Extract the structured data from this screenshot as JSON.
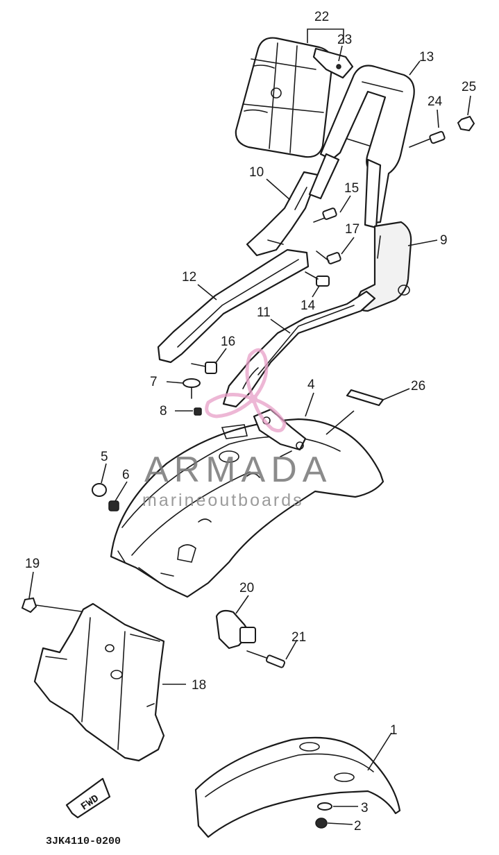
{
  "callouts": {
    "c1": "1",
    "c2": "2",
    "c3": "3",
    "c4": "4",
    "c5": "5",
    "c6": "6",
    "c7": "7",
    "c8": "8",
    "c9": "9",
    "c10": "10",
    "c11": "11",
    "c12": "12",
    "c13": "13",
    "c14": "14",
    "c15": "15",
    "c16": "16",
    "c17": "17",
    "c18": "18",
    "c19": "19",
    "c20": "20",
    "c21": "21",
    "c22": "22",
    "c23": "23",
    "c24": "24",
    "c25": "25",
    "c26": "26"
  },
  "fwd_label": "FWD",
  "drawing_code": "3JK4110-0200",
  "watermark": {
    "brand": "ARMADA",
    "tagline": "marineoutboards",
    "logo_color": "#e8a0c8"
  }
}
